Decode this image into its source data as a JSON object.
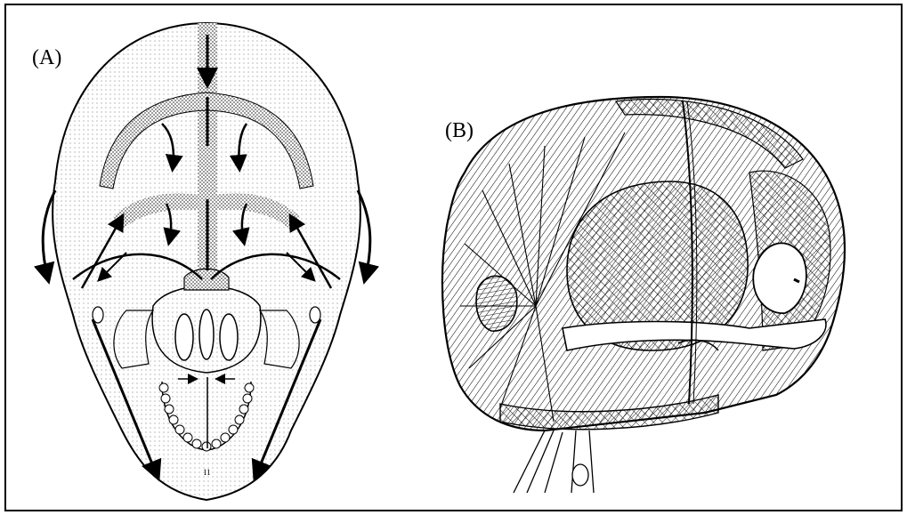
{
  "panels": {
    "a": {
      "label": "(A)",
      "small_number": "11"
    },
    "b": {
      "label": "(B)"
    }
  },
  "colors": {
    "ink": "#000000",
    "paper": "#ffffff",
    "stipple": "#9a9a9a"
  }
}
